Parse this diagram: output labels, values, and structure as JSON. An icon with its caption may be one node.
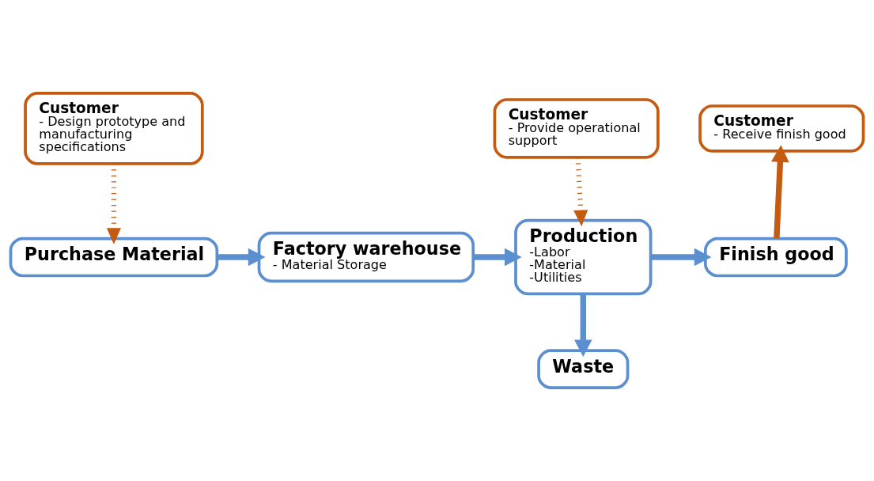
{
  "diagram": {
    "nodes": [
      {
        "text": [
          "Customer",
          "- Design prototype and manufacturing specifications"
        ]
      },
      {
        "text": [
          "Customer",
          "- Provide operational support"
        ]
      },
      {
        "text": [
          "Customer",
          "- Receive finish good"
        ]
      },
      {
        "text": [
          "Purchase Material"
        ]
      },
      {
        "text": [
          "Factory warehouse",
          "- Material Storage"
        ]
      },
      {
        "text": [
          "Production",
          "-Labor",
          "-Material",
          "-Utilities"
        ]
      },
      {
        "text": [
          "Finish good"
        ]
      },
      {
        "text": [
          "Waste"
        ]
      }
    ],
    "edges": [
      {
        "from": 0,
        "to": 3,
        "arrow": "to",
        "style": "dashed",
        "color": "#c55a11"
      },
      {
        "from": 3,
        "to": 4,
        "arrow": "to"
      },
      {
        "from": 4,
        "to": 5,
        "arrow": "to"
      },
      {
        "from": 1,
        "to": 5,
        "arrow": "to",
        "style": "dashed",
        "color": "#c55a11"
      },
      {
        "from": 5,
        "to": 6,
        "arrow": "to"
      },
      {
        "from": 6,
        "to": 2,
        "arrow": "to",
        "color": "#c55a11"
      },
      {
        "from": 5,
        "to": 7,
        "arrow": "to"
      }
    ]
  }
}
